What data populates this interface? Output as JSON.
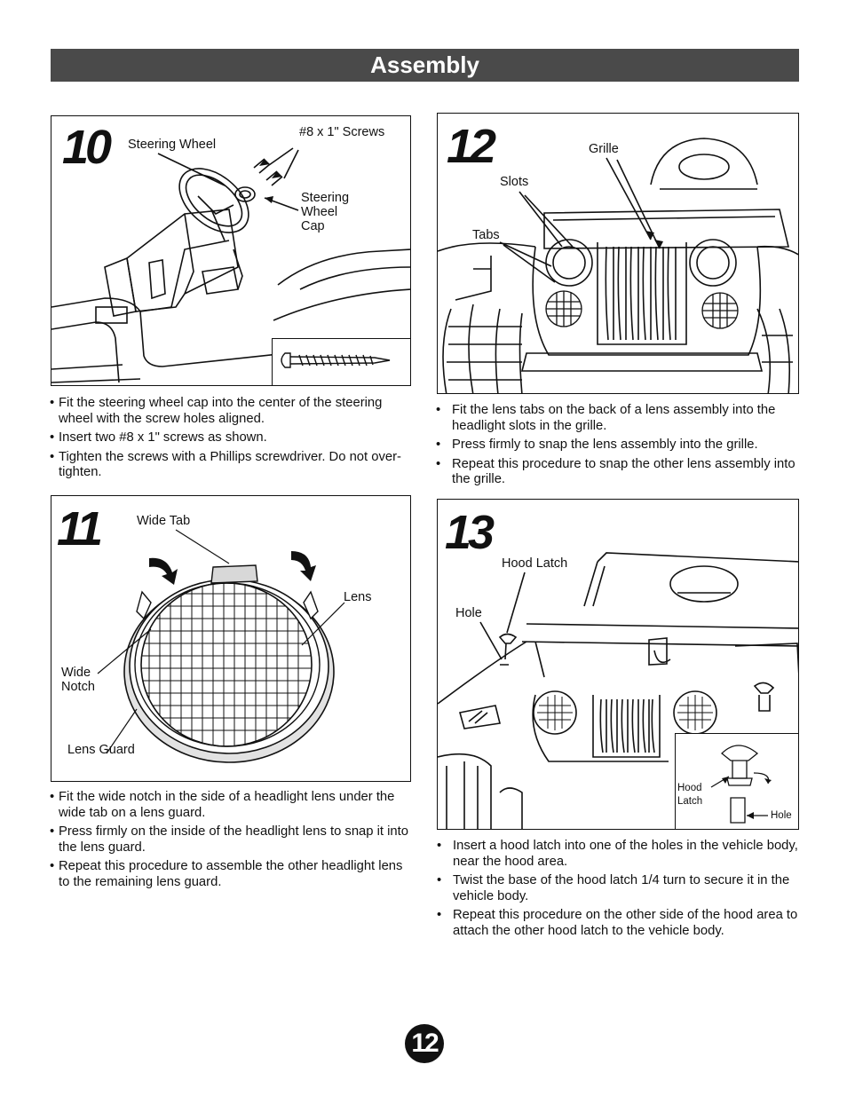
{
  "header": {
    "title": "Assembly"
  },
  "steps": [
    {
      "number": "10",
      "callouts": {
        "steering_wheel": "Steering Wheel",
        "screws": "#8 x 1\" Screws",
        "cap": "Steering\nWheel\nCap"
      },
      "instructions": [
        "Fit the steering wheel cap into the center of the steering wheel with the screw holes aligned.",
        "Insert two #8 x 1\" screws as shown.",
        "Tighten the screws with a Phillips screwdriver. Do not over-tighten."
      ]
    },
    {
      "number": "11",
      "callouts": {
        "wide_tab": "Wide Tab",
        "lens": "Lens",
        "wide_notch": "Wide\nNotch",
        "lens_guard": "Lens Guard"
      },
      "instructions": [
        "Fit the wide notch in the side of a headlight lens under the wide tab on a lens guard.",
        "Press firmly on the inside of the headlight lens to snap it into the lens guard.",
        "Repeat this procedure to assemble the other headlight lens to the remaining lens guard."
      ]
    },
    {
      "number": "12",
      "callouts": {
        "grille": "Grille",
        "slots": "Slots",
        "tabs": "Tabs"
      },
      "instructions": [
        "Fit the lens tabs on the back of a lens assembly into the headlight slots in the grille.",
        "Press firmly to snap the lens assembly into the grille.",
        "Repeat this procedure to snap the other lens assembly into the grille."
      ]
    },
    {
      "number": "13",
      "callouts": {
        "hood_latch": "Hood Latch",
        "hole": "Hole",
        "inset_hood_latch": "Hood\nLatch",
        "inset_hole": "Hole"
      },
      "instructions": [
        "Insert a hood latch into one of the holes in the vehicle body, near the hood area.",
        "Twist the base of the hood latch 1/4 turn to secure it in the vehicle body.",
        "Repeat this procedure on the other side of the hood area to attach the other hood latch to the vehicle body."
      ]
    }
  ],
  "footer": {
    "page_number": "12"
  }
}
